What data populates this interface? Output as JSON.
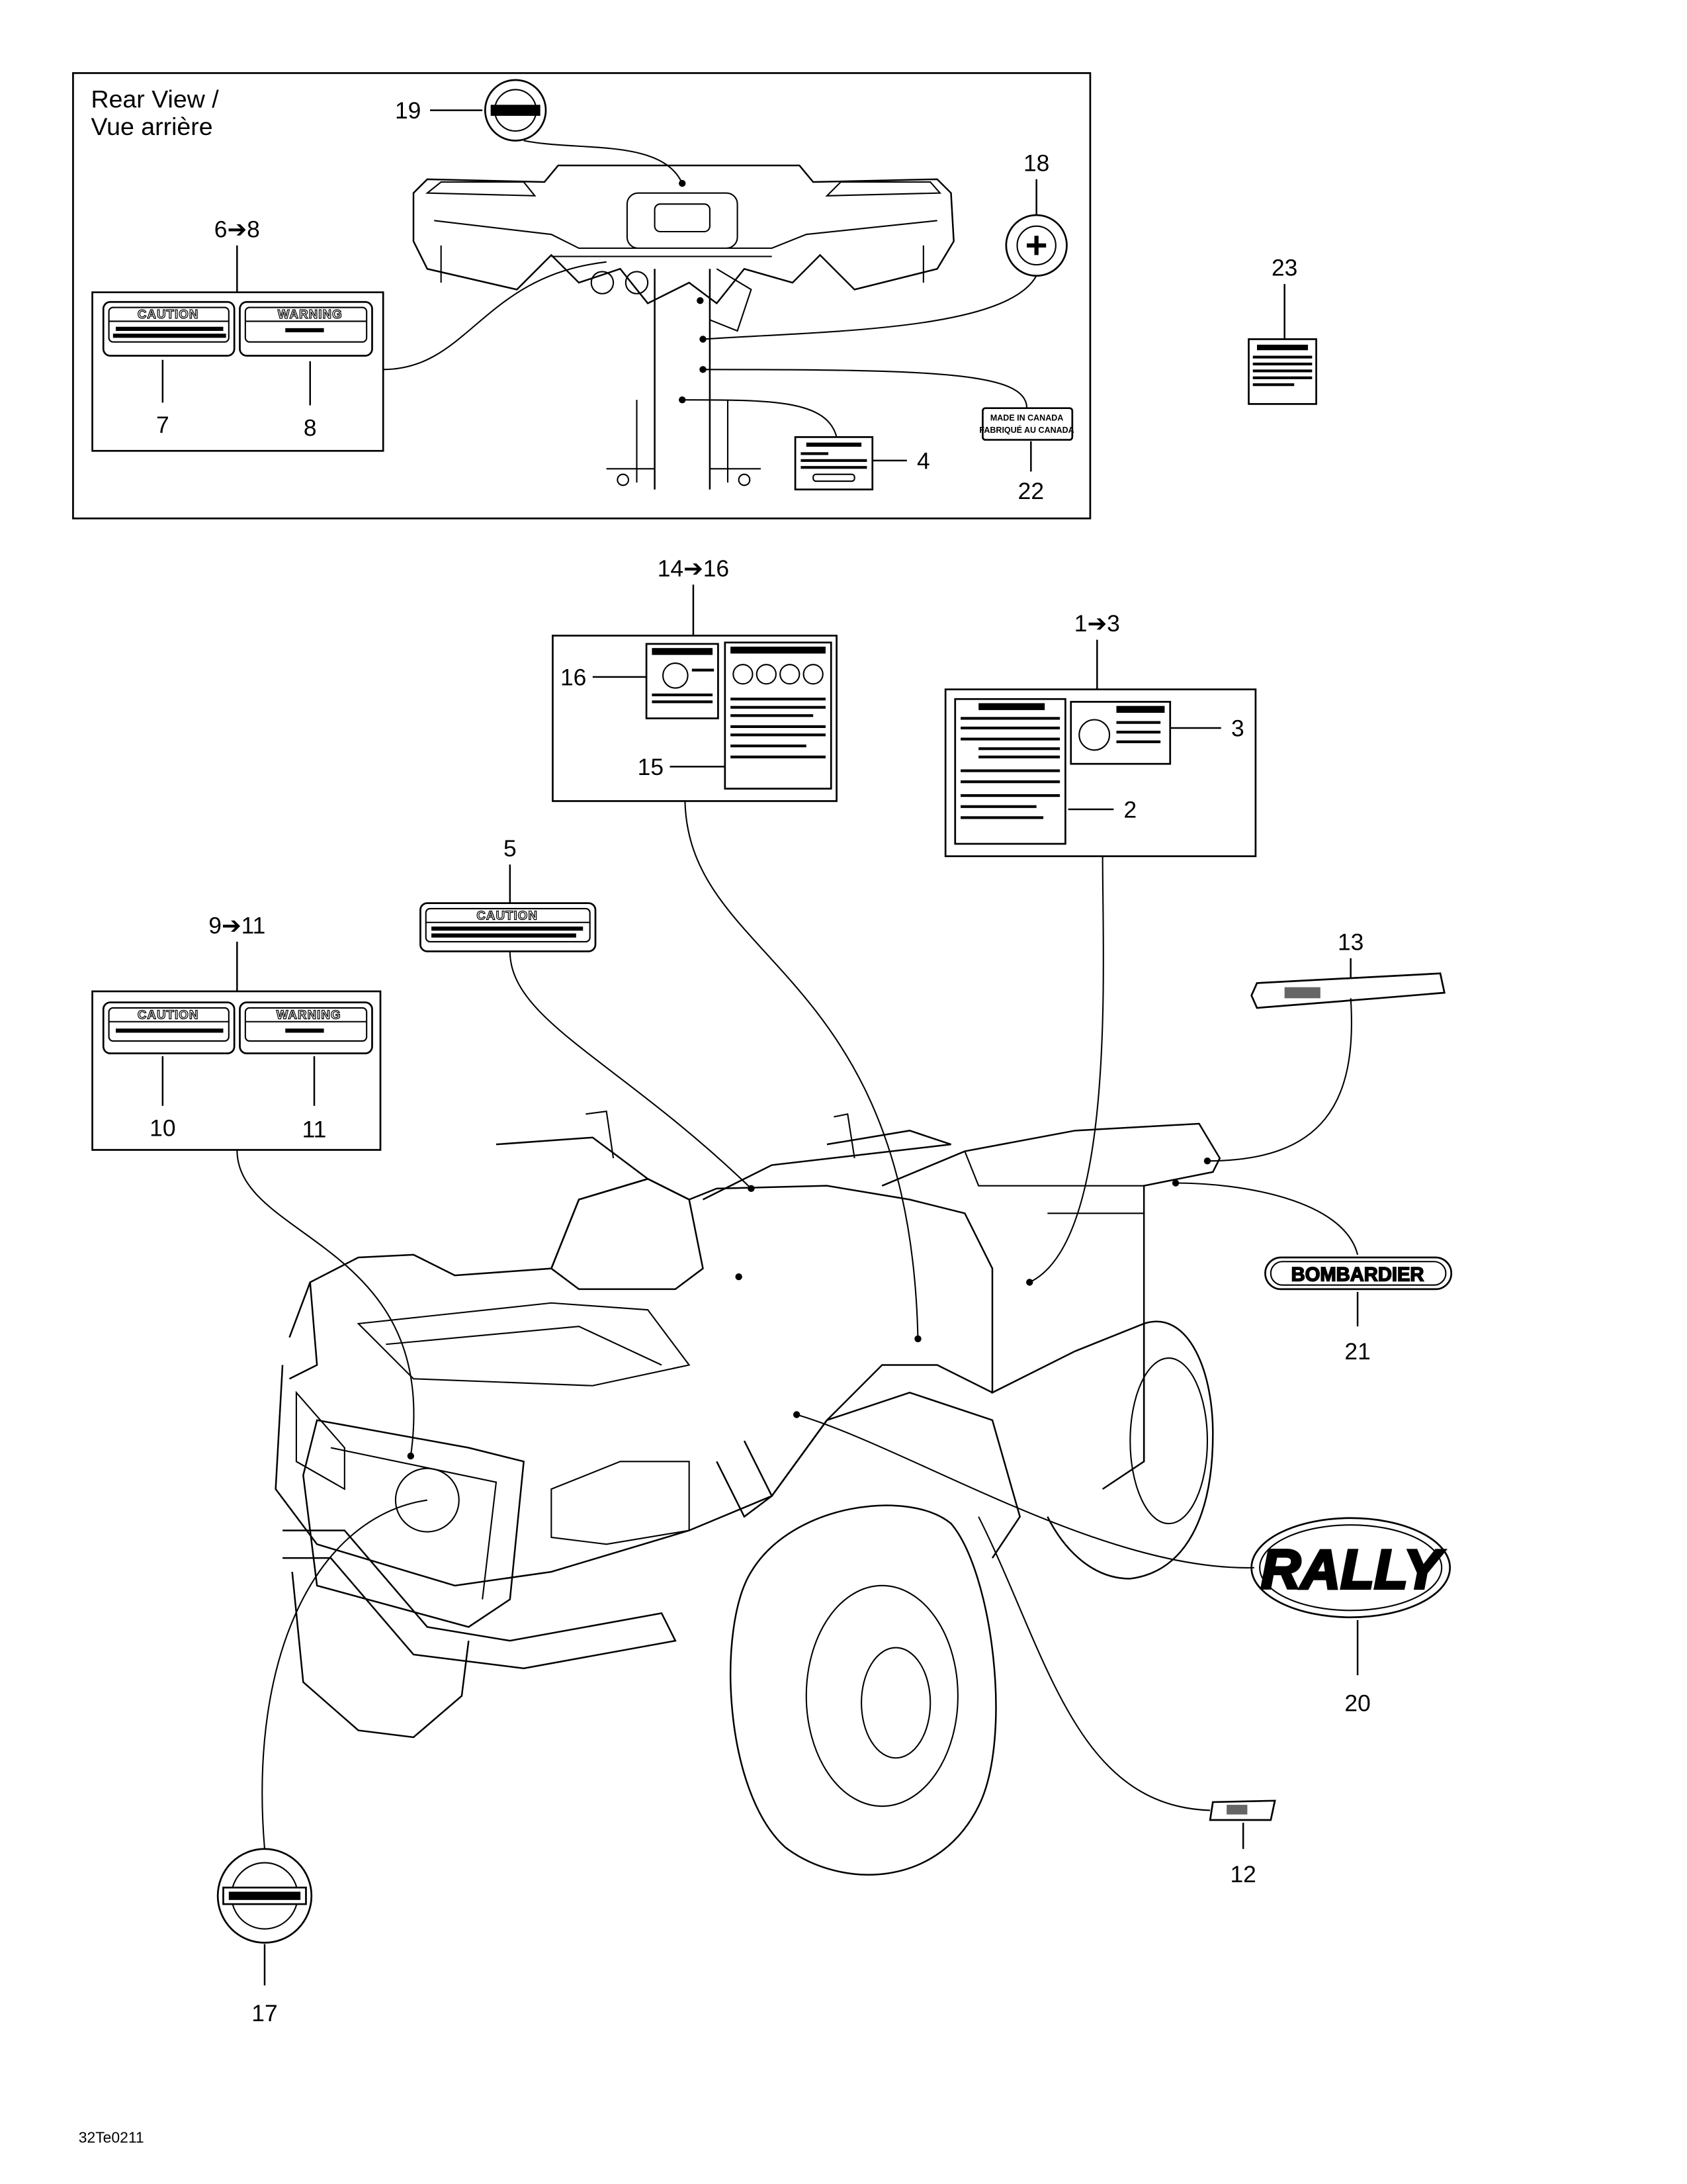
{
  "rear_view": {
    "title_en": "Rear View /",
    "title_fr": "Vue arrière"
  },
  "callouts": {
    "c1_3": "1➔3",
    "c2": "2",
    "c3": "3",
    "c4": "4",
    "c5": "5",
    "c6_8": "6➔8",
    "c7": "7",
    "c8": "8",
    "c9_11": "9➔11",
    "c10": "10",
    "c11": "11",
    "c12": "12",
    "c13": "13",
    "c14_16": "14➔16",
    "c15": "15",
    "c16": "16",
    "c17": "17",
    "c18": "18",
    "c19": "19",
    "c20": "20",
    "c21": "21",
    "c22": "22",
    "c23": "23"
  },
  "decals": {
    "caution": "CAUTION",
    "warning": "WARNING",
    "made_in_canada": "MADE IN CANADA",
    "fabrique_au_canada": "FABRIQUÉ AU CANADA",
    "bombardier": "BOMBARDIER",
    "rally": "RALLY"
  },
  "drawing_code": "32Te0211"
}
